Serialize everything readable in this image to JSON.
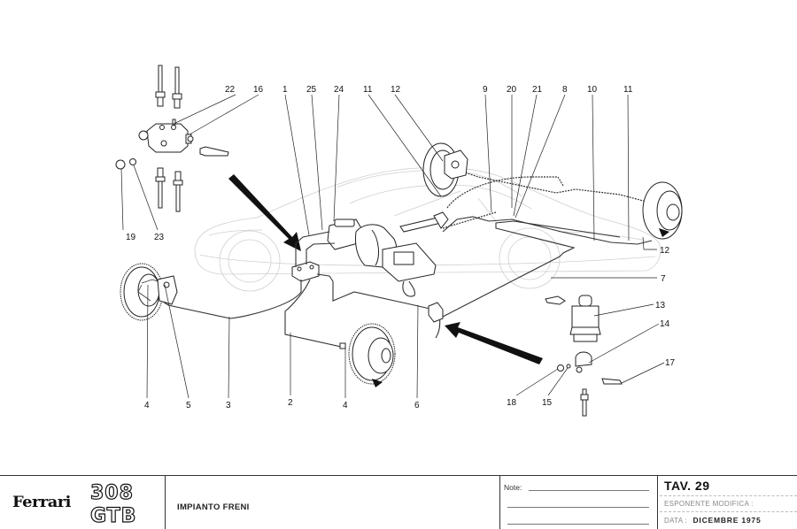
{
  "diagram": {
    "title": "IMPIANTO FRENI",
    "callouts": [
      {
        "id": "c22",
        "label": "22"
      },
      {
        "id": "c16",
        "label": "16"
      },
      {
        "id": "c19",
        "label": "19"
      },
      {
        "id": "c23",
        "label": "23"
      },
      {
        "id": "c1",
        "label": "1"
      },
      {
        "id": "c25",
        "label": "25"
      },
      {
        "id": "c24",
        "label": "24"
      },
      {
        "id": "c11a",
        "label": "11"
      },
      {
        "id": "c12a",
        "label": "12"
      },
      {
        "id": "c9",
        "label": "9"
      },
      {
        "id": "c20",
        "label": "20"
      },
      {
        "id": "c21",
        "label": "21"
      },
      {
        "id": "c8",
        "label": "8"
      },
      {
        "id": "c10",
        "label": "10"
      },
      {
        "id": "c11b",
        "label": "11"
      },
      {
        "id": "c12b",
        "label": "12"
      },
      {
        "id": "c7",
        "label": "7"
      },
      {
        "id": "c13",
        "label": "13"
      },
      {
        "id": "c14",
        "label": "14"
      },
      {
        "id": "c17",
        "label": "17"
      },
      {
        "id": "c18",
        "label": "18"
      },
      {
        "id": "c15",
        "label": "15"
      },
      {
        "id": "c4a",
        "label": "4"
      },
      {
        "id": "c5",
        "label": "5"
      },
      {
        "id": "c3",
        "label": "3"
      },
      {
        "id": "c2",
        "label": "2"
      },
      {
        "id": "c4b",
        "label": "4"
      },
      {
        "id": "c6",
        "label": "6"
      }
    ]
  },
  "titleblock": {
    "brand": "Ferrari",
    "model_line1": "308",
    "model_line2": "GTB",
    "system_title": "IMPIANTO  FRENI",
    "note_label": "Note:",
    "tav": "TAV.  29",
    "esponente_label": "ESPONENTE  MODIFICA :",
    "data_label": "DATA :",
    "data_value": "DICEMBRE  1975"
  }
}
